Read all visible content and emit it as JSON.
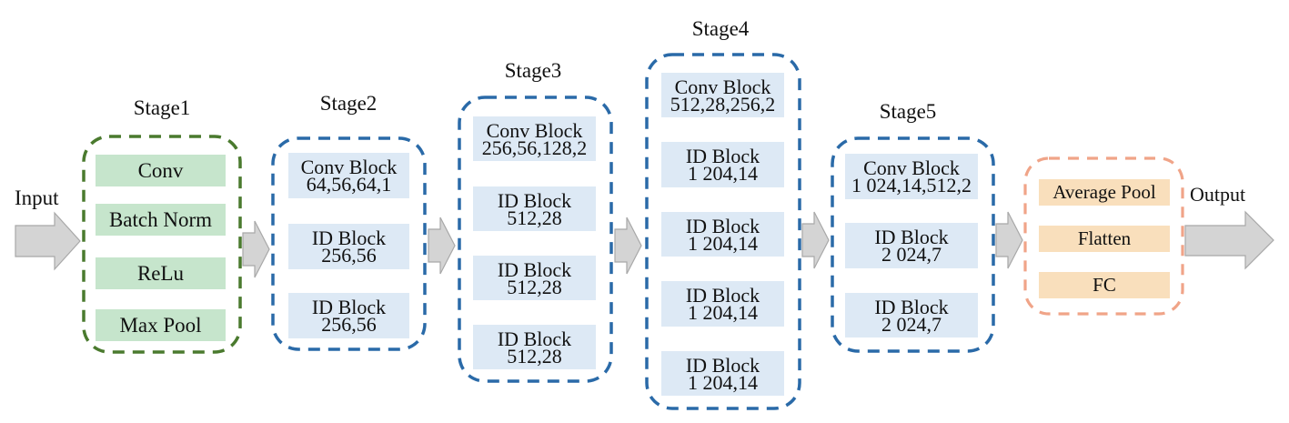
{
  "input_label": "Input",
  "output_label": "Output",
  "colors": {
    "stage1_border": "#4a7a2e",
    "stage_blue_border": "#2a6aa8",
    "head_border": "#f0a488",
    "stage1_fill": "#c6e5cc",
    "blue_fill": "#dde9f5",
    "head_fill": "#f9dfbc",
    "arrow_fill": "#d4d4d4",
    "arrow_stroke": "#a8a8a8"
  },
  "stages": [
    {
      "title": "Stage1",
      "items": [
        {
          "line1": "Conv"
        },
        {
          "line1": "Batch Norm"
        },
        {
          "line1": "ReLu"
        },
        {
          "line1": "Max Pool"
        }
      ]
    },
    {
      "title": "Stage2",
      "items": [
        {
          "line1": "Conv Block",
          "line2": "64,56,64,1"
        },
        {
          "line1": "ID Block",
          "line2": "256,56"
        },
        {
          "line1": "ID Block",
          "line2": "256,56"
        }
      ]
    },
    {
      "title": "Stage3",
      "items": [
        {
          "line1": "Conv Block",
          "line2": "256,56,128,2"
        },
        {
          "line1": "ID Block",
          "line2": "512,28"
        },
        {
          "line1": "ID Block",
          "line2": "512,28"
        },
        {
          "line1": "ID Block",
          "line2": "512,28"
        }
      ]
    },
    {
      "title": "Stage4",
      "items": [
        {
          "line1": "Conv Block",
          "line2": "512,28,256,2"
        },
        {
          "line1": "ID Block",
          "line2": "1 204,14"
        },
        {
          "line1": "ID Block",
          "line2": "1 204,14"
        },
        {
          "line1": "ID Block",
          "line2": "1 204,14"
        },
        {
          "line1": "ID Block",
          "line2": "1 204,14"
        }
      ]
    },
    {
      "title": "Stage5",
      "items": [
        {
          "line1": "Conv Block",
          "line2": "1 024,14,512,2"
        },
        {
          "line1": "ID Block",
          "line2": "2 024,7"
        },
        {
          "line1": "ID Block",
          "line2": "2 024,7"
        }
      ]
    }
  ],
  "head": {
    "items": [
      {
        "line1": "Average Pool"
      },
      {
        "line1": "Flatten"
      },
      {
        "line1": "FC"
      }
    ]
  }
}
